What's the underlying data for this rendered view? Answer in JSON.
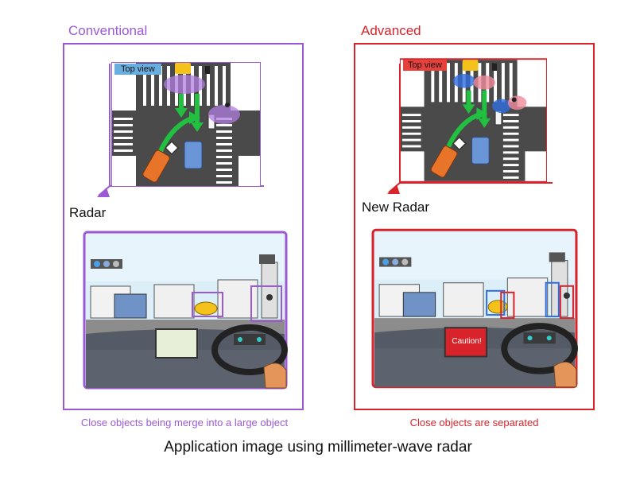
{
  "conventional": {
    "heading": "Conventional",
    "top_view_label": "Top view",
    "radar_label": "Radar",
    "caption": "Close objects being merge into a large object",
    "color": "#9b59d6"
  },
  "advanced": {
    "heading": "Advanced",
    "top_view_label": "Top view",
    "radar_label": "New Radar",
    "caption": "Close objects are separated",
    "warning_text": "Caution!",
    "color": "#d9232a"
  },
  "footer": {
    "title": "Application image using millimeter-wave radar"
  }
}
